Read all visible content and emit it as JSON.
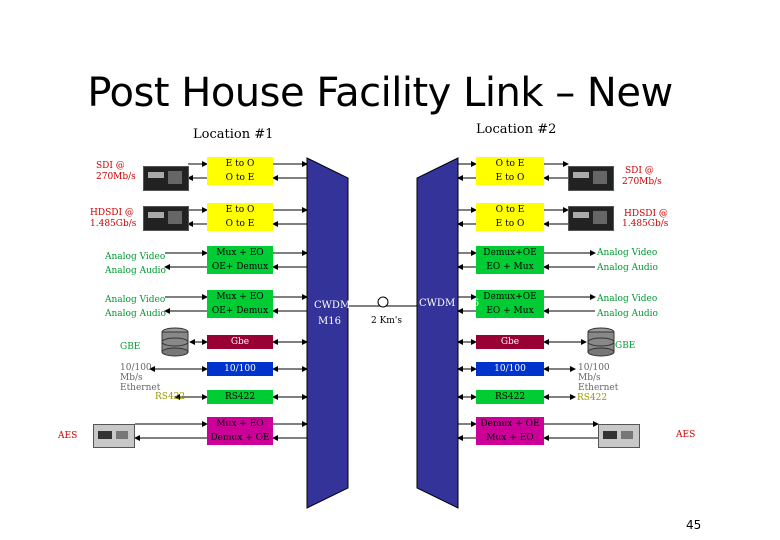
{
  "title": "Post House Facility Link – New",
  "location1": "Location #1",
  "location2": "Location #2",
  "mux_label_left": "CWDM",
  "mux_label_left2": "M16",
  "mux_label_right": "CWDM D16",
  "fiber_label": "2 Km's",
  "page_number": "45",
  "left": {
    "sdi_label": "SDI @",
    "sdi_rate": "270Mb/s",
    "hdsdi_label": "HDSDI @",
    "hdsdi_rate": "1.485Gb/s",
    "analog_video_1": "Analog Video",
    "analog_audio_1": "Analog Audio",
    "analog_video_2": "Analog Video",
    "analog_audio_2": "Analog Audio",
    "gbe": "GBE",
    "ethernet": "10/100 Mb/s Ethernet",
    "rs422": "RS422",
    "aes": "AES"
  },
  "right": {
    "sdi_label": "SDI @",
    "sdi_rate": "270Mb/s",
    "hdsdi_label": "HDSDI @",
    "hdsdi_rate": "1.485Gb/s",
    "analog_video_1": "Analog Video",
    "analog_audio_1": "Analog Audio",
    "analog_video_2": "Analog Video",
    "analog_audio_2": "Analog Audio",
    "gbe": "GBE",
    "ethernet": "10/100 Mb/s Ethernet",
    "rs422": "RS422",
    "aes": "AES"
  },
  "left_boxes": [
    {
      "text": "E to O",
      "color": "ylw"
    },
    {
      "text": "O to E",
      "color": "ylw"
    },
    {
      "text": "E to O",
      "color": "ylw"
    },
    {
      "text": "O to E",
      "color": "ylw"
    },
    {
      "text": "Mux + EO",
      "color": "grn"
    },
    {
      "text": "OE+ Demux",
      "color": "grn"
    },
    {
      "text": "Mux + EO",
      "color": "grn"
    },
    {
      "text": "OE+ Demux",
      "color": "grn"
    },
    {
      "text": "Gbe",
      "color": "drk"
    },
    {
      "text": "10/100",
      "color": "blu"
    },
    {
      "text": "RS422",
      "color": "grn"
    },
    {
      "text": "Mux + EO",
      "color": "mag"
    },
    {
      "text": "Demux + OE",
      "color": "mag"
    }
  ],
  "right_boxes": [
    {
      "text": "O to E",
      "color": "ylw"
    },
    {
      "text": "E to O",
      "color": "ylw"
    },
    {
      "text": "O to E",
      "color": "ylw"
    },
    {
      "text": "E to O",
      "color": "ylw"
    },
    {
      "text": "Demux+OE",
      "color": "grn"
    },
    {
      "text": "EO + Mux",
      "color": "grn"
    },
    {
      "text": "Demux+OE",
      "color": "grn"
    },
    {
      "text": "EO + Mux",
      "color": "grn"
    },
    {
      "text": "Gbe",
      "color": "drk"
    },
    {
      "text": "10/100",
      "color": "blu"
    },
    {
      "text": "RS422",
      "color": "grn"
    },
    {
      "text": "Demux + OE",
      "color": "mag"
    },
    {
      "text": "Mux + EO",
      "color": "mag"
    }
  ],
  "colors": {
    "mux_fill": "#333399",
    "line": "#000000",
    "yellow": "#ffff00",
    "green": "#00cc33",
    "blue": "#0033cc",
    "dark_red": "#990033",
    "magenta": "#cc0099"
  }
}
